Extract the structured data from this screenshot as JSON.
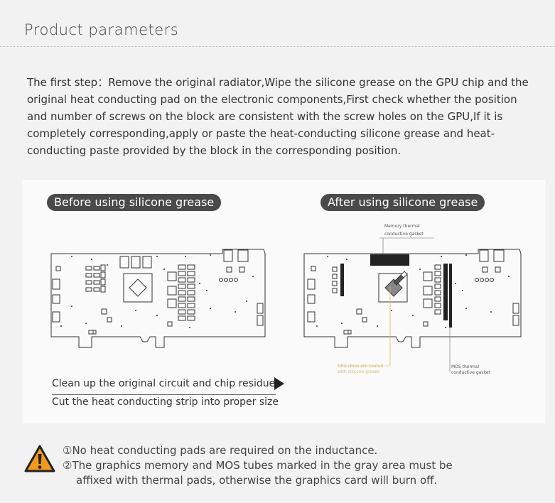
{
  "header": {
    "title": "Product parameters"
  },
  "intro": {
    "text": "The first step：Remove the original radiator,Wipe the silicone grease on the GPU chip and the original heat conducting pad on the electronic components,First check whether the position and number of screws on the block are consistent with the screw holes on the GPU,If it is completely corresponding,apply or paste the heat-conducting silicone grease and heat-conducting paste provided by the block in the corresponding position."
  },
  "figure": {
    "before_label": "Before using silicone grease",
    "after_label": "After using silicone grease",
    "memory_gasket_label_1": "Memory thermal",
    "memory_gasket_label_2": "conductive gasket",
    "gpu_coated_label_1": "GPU chips are coated",
    "gpu_coated_label_2": "with silicone grease",
    "mos_gasket_label_1": "MOS thermal",
    "mos_gasket_label_2": "conductive gasket",
    "colors": {
      "annotation_gold": "#d9b673",
      "pad_dark": "#222222",
      "pill_bg": "#4a4a4a"
    }
  },
  "steps": {
    "step1": "Clean up the original circuit and chip residue",
    "step2": "Cut the heat conducting strip into proper size"
  },
  "warning": {
    "line1": "①No heat conducting pads are required on the inductance.",
    "line2": "②The graphics memory and MOS tubes marked in the gray area must be",
    "line3": "affixed with thermal pads, otherwise the graphics card will burn off.",
    "icon_color": "#f39a1e"
  }
}
